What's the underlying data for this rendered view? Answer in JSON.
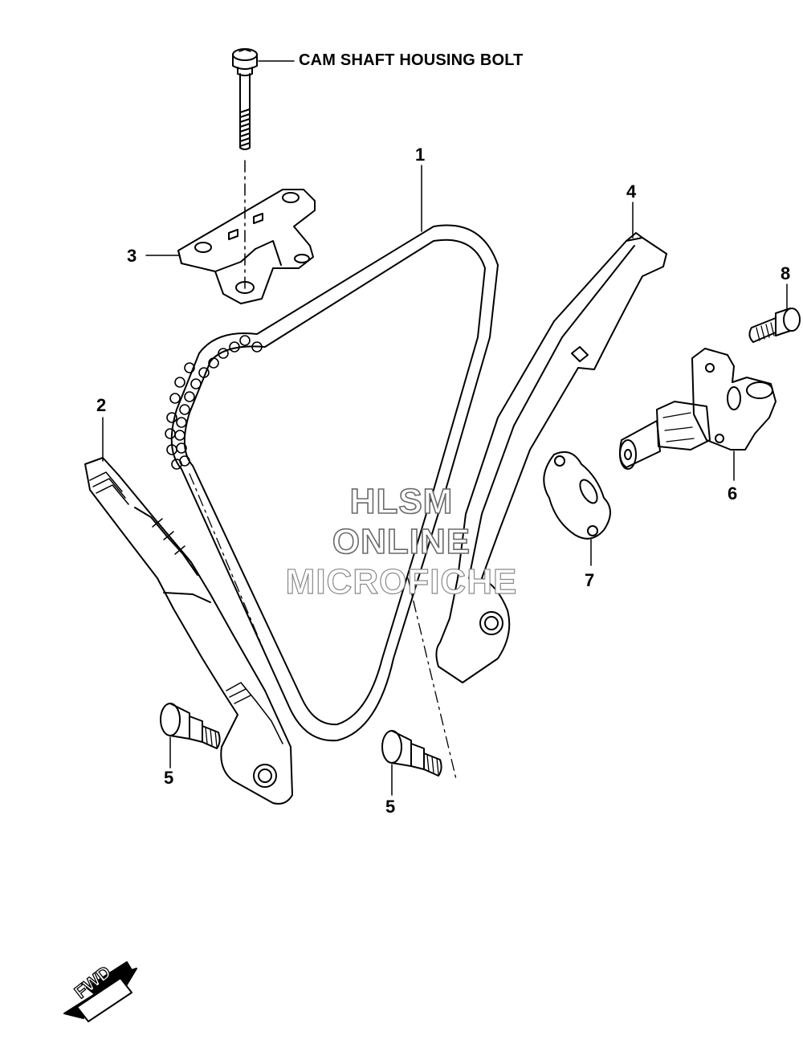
{
  "header_label": "CAM SHAFT HOUSING BOLT",
  "callouts": [
    {
      "id": "c1",
      "text": "1"
    },
    {
      "id": "c2",
      "text": "2"
    },
    {
      "id": "c3",
      "text": "3"
    },
    {
      "id": "c4",
      "text": "4"
    },
    {
      "id": "c5a",
      "text": "5"
    },
    {
      "id": "c5b",
      "text": "5"
    },
    {
      "id": "c6",
      "text": "6"
    },
    {
      "id": "c7",
      "text": "7"
    },
    {
      "id": "c8",
      "text": "8"
    }
  ],
  "watermark": {
    "line1": "HLSM",
    "line2": "ONLINE",
    "line3": "MICROFICHE"
  },
  "direction_arrow": {
    "text": "FWD"
  },
  "colors": {
    "ink": "#000000",
    "watermark": "#6a6a6a",
    "background": "#ffffff"
  }
}
